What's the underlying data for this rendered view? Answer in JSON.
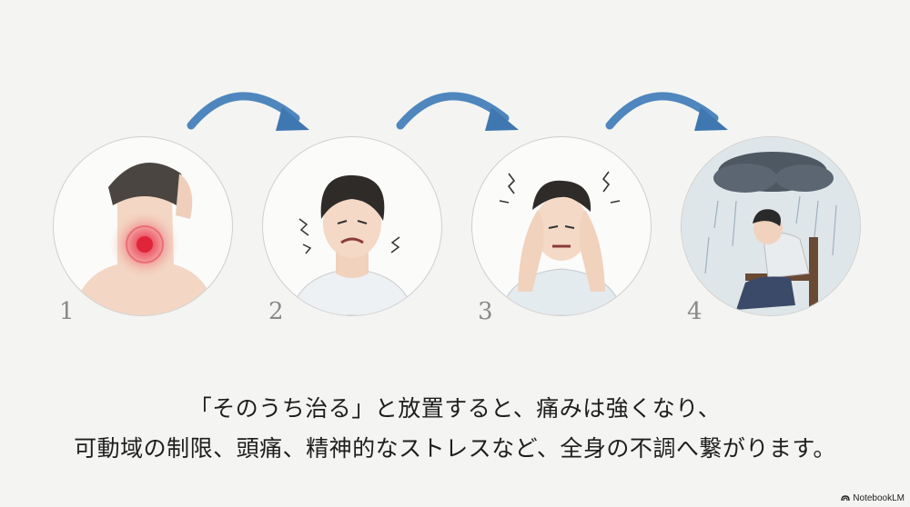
{
  "steps": [
    {
      "number": "1",
      "icon": "neck-pain-icon"
    },
    {
      "number": "2",
      "icon": "stiff-neck-person-icon"
    },
    {
      "number": "3",
      "icon": "headache-person-icon"
    },
    {
      "number": "4",
      "icon": "depressed-person-rain-icon"
    }
  ],
  "caption": {
    "line1": "「そのうち治る」と放置すると、痛みは強くなり、",
    "line2": "可動域の制限、頭痛、精神的なストレスなど、全身の不調へ繋がります。"
  },
  "brand": {
    "name": "NotebookLM"
  },
  "colors": {
    "arrow": "#4e86bd",
    "pain": "#e0243a",
    "skin": "#f3d6c3"
  }
}
